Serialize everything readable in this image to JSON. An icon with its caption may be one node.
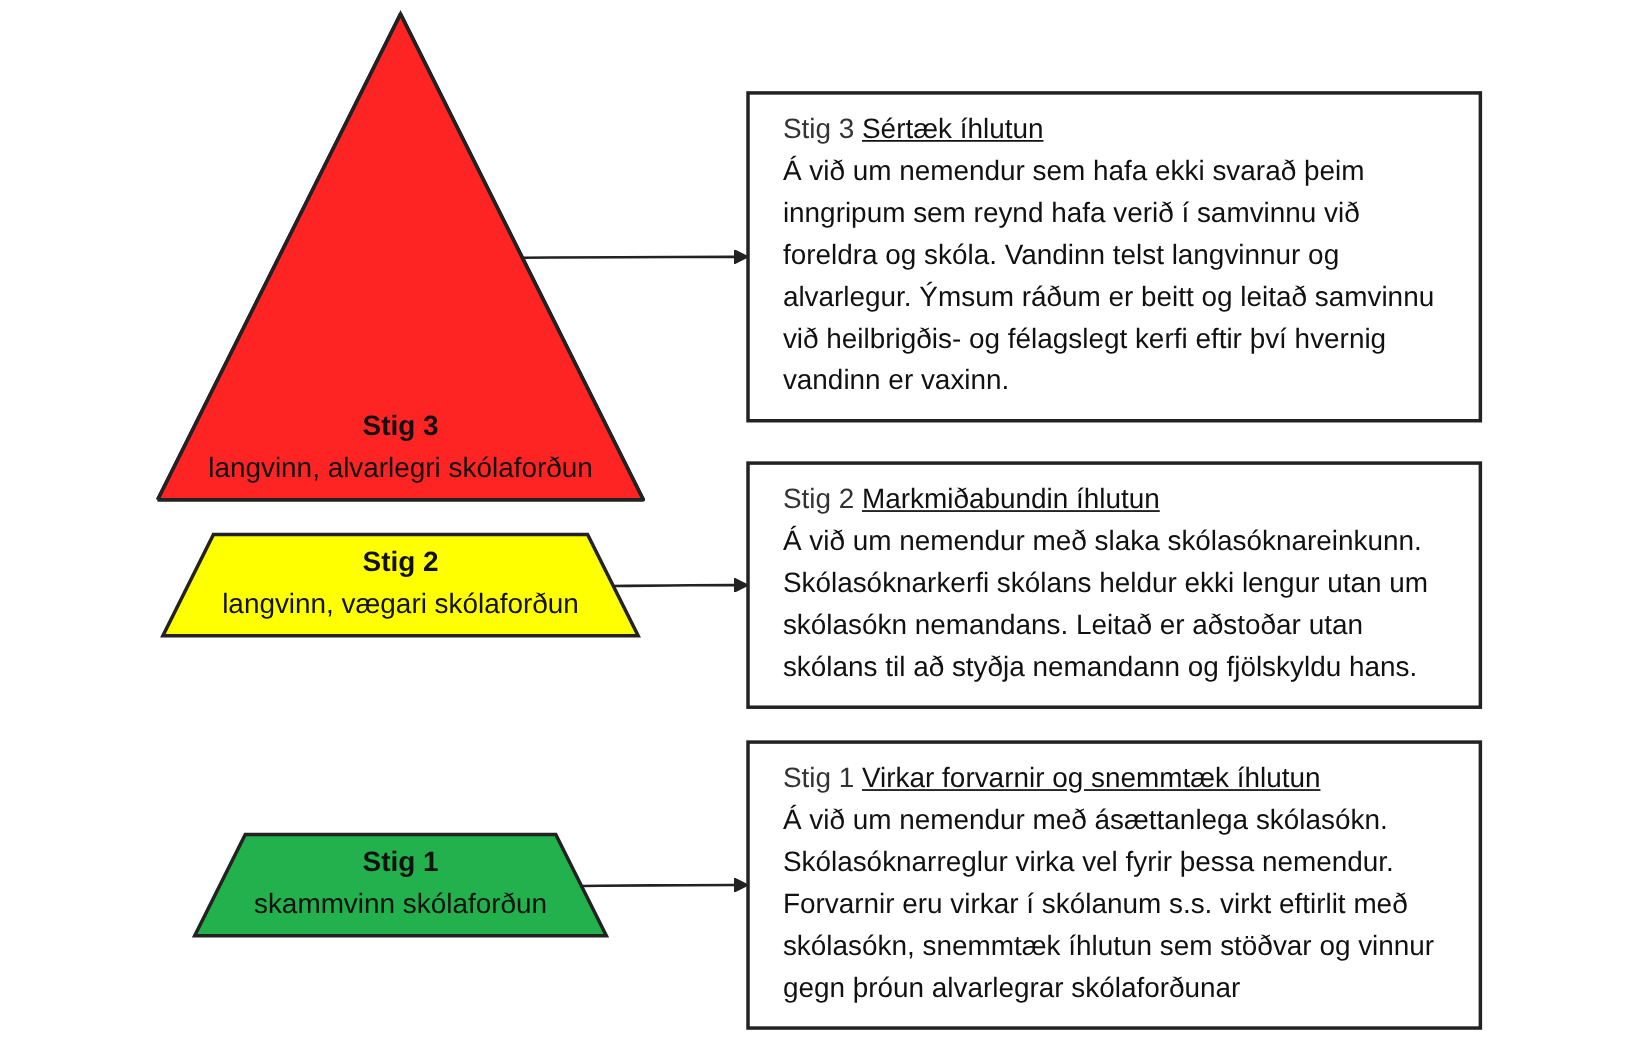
{
  "diagram": {
    "nodes": [
      {
        "text": [
          "Stig 3",
          "langvinn, alvarlegri skólaforðun"
        ]
      },
      {
        "text": [
          "Stig 3",
          "Sértæk íhlutun",
          "Á við um nemendur sem hafa ekki svarað þeim inngripum sem reynd hafa verið í samvinnu við foreldra og skóla. Vandinn telst langvinnur og alvarlegur. Ýmsum ráðum er beitt og leitað samvinnu við heilbrigðis- og félagslegt kerfi eftir því hvernig vandinn er vaxinn."
        ]
      },
      {
        "text": [
          "Stig 2",
          "langvinn, vægari skólaforðun"
        ]
      },
      {
        "text": [
          "Stig 2",
          "Markmiðabundin íhlutun",
          "Á við um nemendur með slaka skólasóknareinkunn. Skólasóknarkerfi skólans heldur ekki lengur utan um skólasókn nemandans. Leitað er aðstoðar utan skólans til að styðja nemandann og fjölskyldu hans."
        ]
      },
      {
        "text": [
          "Stig 1",
          "skammvinn skólaforðun"
        ]
      },
      {
        "text": [
          "Stig 1",
          "Virkar forvarnir og snemmtæk íhlutun",
          "Á við um nemendur með ásættanlega skólasókn. Skólasóknarreglur virka vel fyrir þessa nemendur. Forvarnir eru virkar í skólanum s.s. virkt eftirlit með skólasókn, snemmtæk íhlutun sem stöðvar og vinnur gegn þróun alvarlegrar skólaforðunar"
        ]
      }
    ],
    "edges": [
      {
        "from": 0,
        "to": 1,
        "arrow": "to"
      },
      {
        "from": 2,
        "to": 3,
        "arrow": "to"
      },
      {
        "from": 4,
        "to": 5,
        "arrow": "to"
      }
    ]
  }
}
